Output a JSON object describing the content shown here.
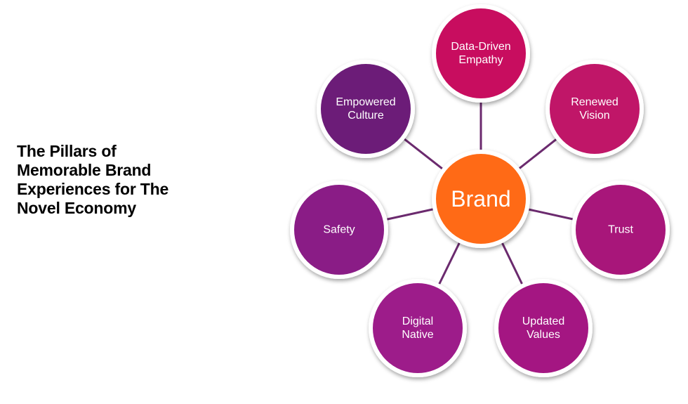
{
  "title_lines": [
    "The Pillars of",
    "Memorable Brand",
    "Experiences for The",
    "Novel Economy"
  ],
  "hub": {
    "label": "Brand",
    "color": "#ff6a13"
  },
  "connector_color": "#6b2a6e",
  "ring_color": "#ffffff",
  "pillars": [
    {
      "id": "data-driven-empathy",
      "lines": [
        "Data-Driven",
        "Empathy"
      ],
      "color": "#c8105f"
    },
    {
      "id": "renewed-vision",
      "lines": [
        "Renewed",
        "Vision"
      ],
      "color": "#c01468"
    },
    {
      "id": "trust",
      "lines": [
        "Trust"
      ],
      "color": "#a8137a"
    },
    {
      "id": "updated-values",
      "lines": [
        "Updated",
        "Values"
      ],
      "color": "#a41882"
    },
    {
      "id": "digital-native",
      "lines": [
        "Digital",
        "Native"
      ],
      "color": "#9d1b8a"
    },
    {
      "id": "safety",
      "lines": [
        "Safety"
      ],
      "color": "#8a1d86"
    },
    {
      "id": "empowered-culture",
      "lines": [
        "Empowered",
        "Culture"
      ],
      "color": "#6c1f78"
    }
  ]
}
